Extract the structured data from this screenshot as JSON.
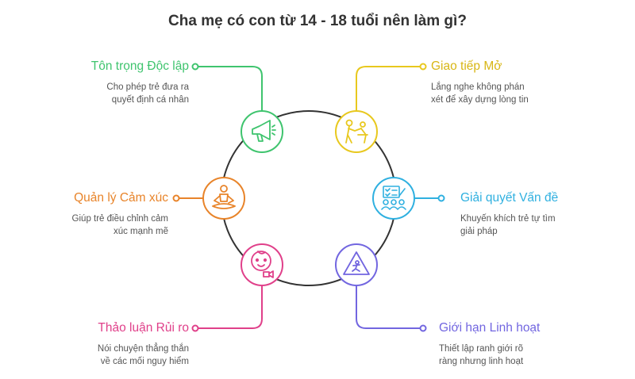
{
  "title": "Cha mẹ có con từ 14 - 18 tuổi nên làm gì?",
  "items": [
    {
      "title": "Tôn trọng Độc lập",
      "desc": [
        "Cho phép trẻ đưa ra",
        "quyết định cá nhân"
      ],
      "color": "#3fc46e",
      "icon": "megaphone-icon"
    },
    {
      "title": "Giao tiếp Mở",
      "desc": [
        "Lắng nghe không phán",
        "xét để xây dựng lòng tin"
      ],
      "color": "#e8c81e",
      "icon": "people-talking-icon"
    },
    {
      "title": "Quản lý Cảm xúc",
      "desc": [
        "Giúp trẻ điều chỉnh cảm",
        "xúc mạnh mẽ"
      ],
      "color": "#e8842a",
      "icon": "meditation-icon"
    },
    {
      "title": "Giải quyết Vấn đề",
      "desc": [
        "Khuyến khích trẻ tự tìm",
        "giải pháp"
      ],
      "color": "#2fb0e0",
      "icon": "teamwork-checklist-icon"
    },
    {
      "title": "Thảo luận Rủi ro",
      "desc": [
        "Nói chuyện thẳng thắn",
        "về các mối nguy hiểm"
      ],
      "color": "#e0408a",
      "icon": "child-face-icon"
    },
    {
      "title": "Giới hạn Linh hoạt",
      "desc": [
        "Thiết lập ranh giới rõ",
        "ràng nhưng linh hoạt"
      ],
      "color": "#7266e0",
      "icon": "warning-sign-icon"
    }
  ]
}
